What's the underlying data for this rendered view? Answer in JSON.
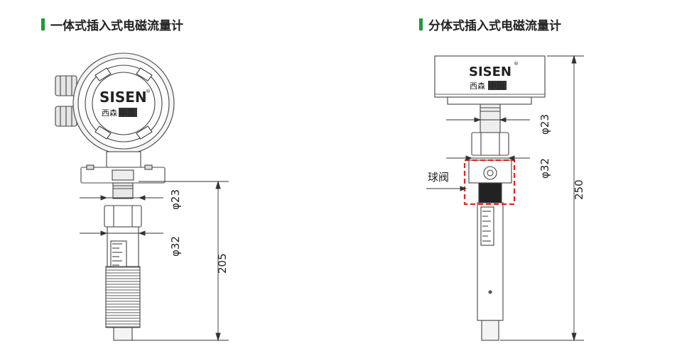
{
  "titles": {
    "left": "一体式插入式电磁流量计",
    "right": "分体式插入式电磁流量计"
  },
  "brand": {
    "name": "SISEN",
    "cn": "西森",
    "cn_badge": "中国",
    "registered": "®"
  },
  "left_dims": {
    "phi_upper": "φ23",
    "phi_lower": "φ32",
    "length": "205"
  },
  "right_dims": {
    "phi_upper": "φ23",
    "phi_lower": "φ32",
    "length": "250"
  },
  "labels": {
    "ball_valve": "球阀"
  },
  "colors": {
    "accent_bar": "#1f9a3a",
    "dashed_box": "#e0261f",
    "line": "#333333"
  }
}
